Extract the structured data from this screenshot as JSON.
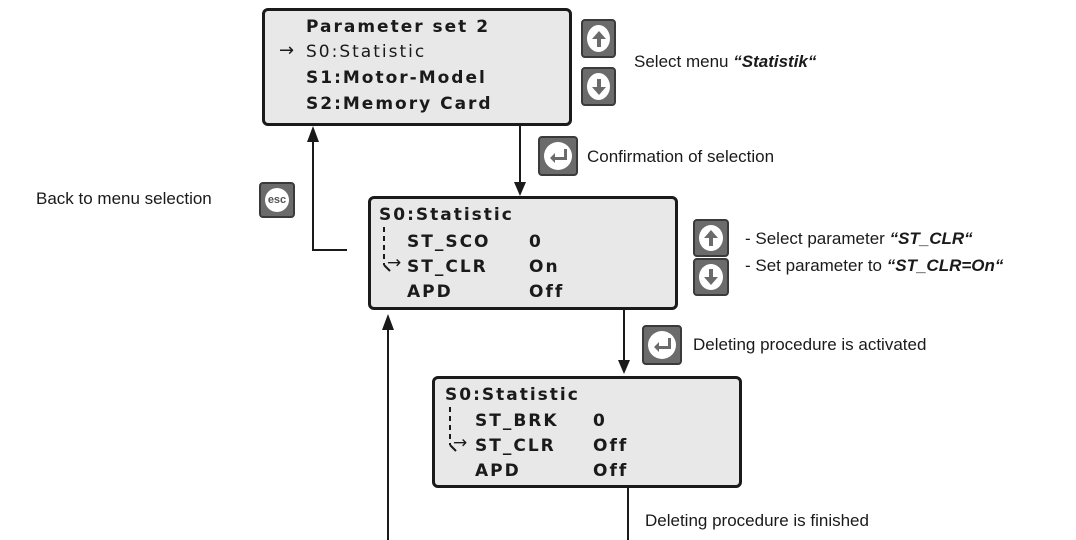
{
  "screen1": {
    "title": "Parameter set 2",
    "selected_arrow": "→",
    "item0": "S0:Statistic",
    "item1": "S1:Motor-Model",
    "item2": "S2:Memory Card"
  },
  "screen2": {
    "title": "S0:Statistic",
    "row1_name": "ST_SCO",
    "row1_value": "0",
    "row2_name": "ST_CLR",
    "row2_value": "On",
    "row3_name": "APD",
    "row3_value": "Off"
  },
  "screen3": {
    "title": "S0:Statistic",
    "row1_name": "ST_BRK",
    "row1_value": "0",
    "row2_name": "ST_CLR",
    "row2_value": "Off",
    "row3_name": "APD",
    "row3_value": "Off"
  },
  "notes": {
    "select_menu_prefix": "Select menu ",
    "select_menu_target": "“Statistik“",
    "confirmation": "Confirmation of selection",
    "back": "Back to menu selection",
    "select_param_prefix": "- Select parameter ",
    "select_param_target": "“ST_CLR“",
    "set_param_prefix": "- Set parameter to ",
    "set_param_target": "“ST_CLR=On“",
    "deleting_activated": "Deleting procedure is activated",
    "deleting_finished": "Deleting procedure is finished"
  },
  "keys": {
    "up": "arrow-up-icon",
    "down": "arrow-down-icon",
    "enter": "enter-icon",
    "esc_label": "esc"
  },
  "colors": {
    "key_fill": "#6b6b6b",
    "lcd_fill": "#e8e8e8",
    "line": "#1a1a1a"
  }
}
